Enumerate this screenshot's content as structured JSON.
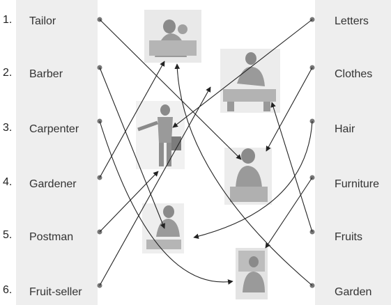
{
  "occupations": [
    {
      "number": "1.",
      "label": "Tailor"
    },
    {
      "number": "2.",
      "label": "Barber"
    },
    {
      "number": "3.",
      "label": "Carpenter"
    },
    {
      "number": "4.",
      "label": "Gardener"
    },
    {
      "number": "5.",
      "label": "Postman"
    },
    {
      "number": "6.",
      "label": "Fruit-seller"
    }
  ],
  "items": [
    {
      "label": "Letters"
    },
    {
      "label": "Clothes"
    },
    {
      "label": "Hair"
    },
    {
      "label": "Furniture"
    },
    {
      "label": "Fruits"
    },
    {
      "label": "Garden"
    }
  ],
  "pictures": [
    {
      "name": "woman-sewing-picture",
      "icon": "sewing-person-icon"
    },
    {
      "name": "man-carving-picture",
      "icon": "woodworker-icon"
    },
    {
      "name": "postman-picture",
      "icon": "postman-icon"
    },
    {
      "name": "seated-vendor-picture",
      "icon": "seated-person-icon"
    },
    {
      "name": "gardener-picture",
      "icon": "gardener-icon"
    },
    {
      "name": "barber-shop-picture",
      "icon": "barber-icon"
    }
  ],
  "colors": {
    "panel": "#eeeeee",
    "line": "#222222",
    "picture_fill": "#9a9a9a"
  }
}
